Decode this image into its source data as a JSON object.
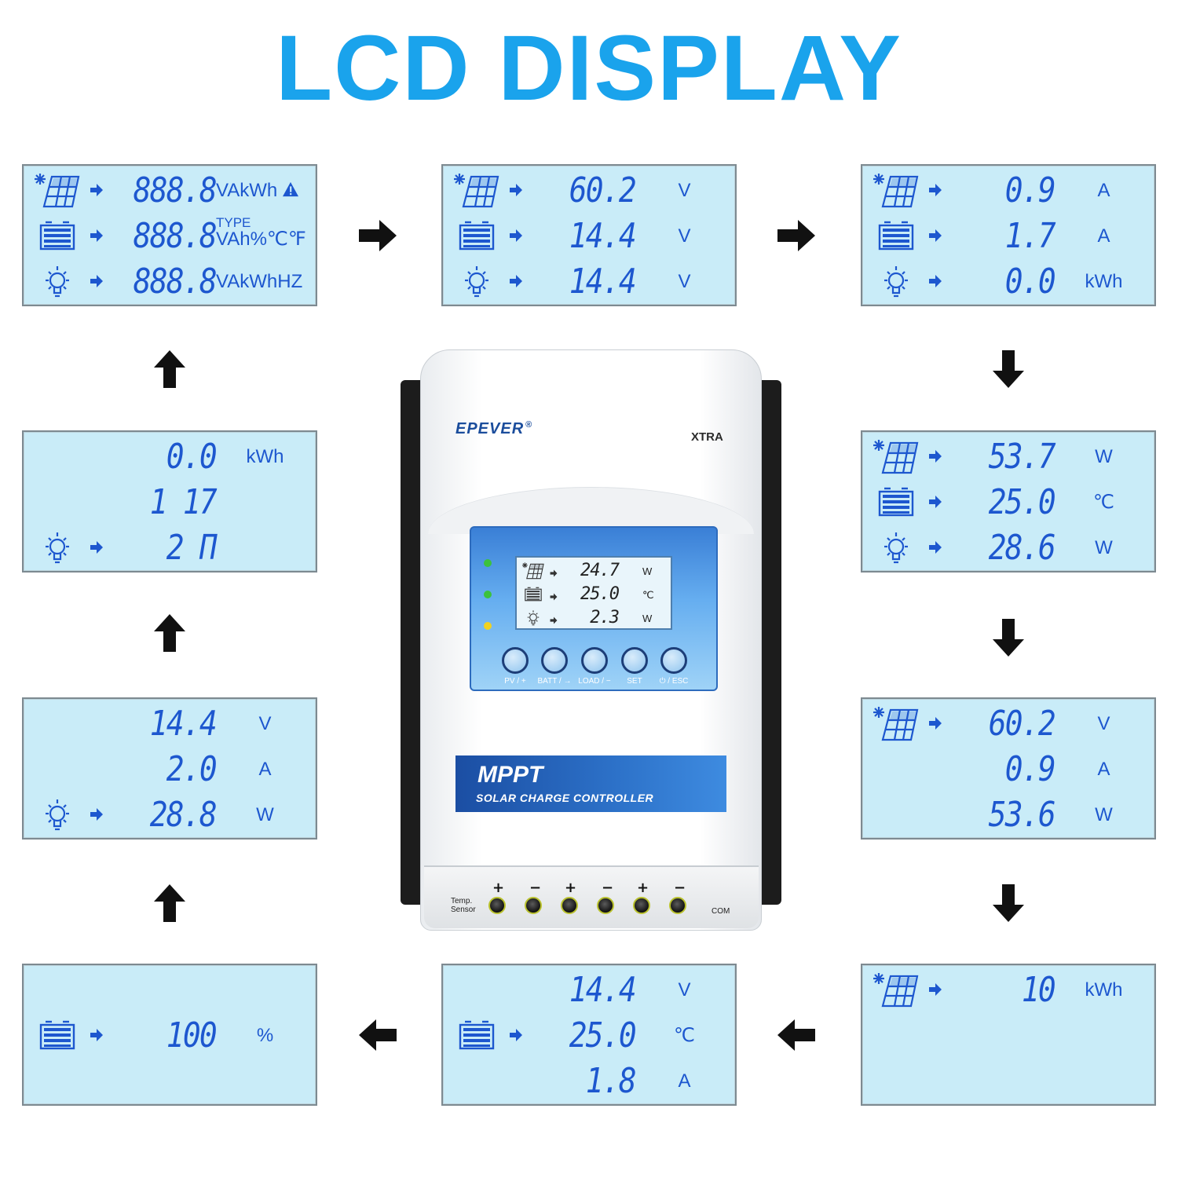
{
  "title": "LCD DISPLAY",
  "colors": {
    "title": "#1aa3ec",
    "lcd_bg": "#c9ecf8",
    "lcd_text": "#1d57cf",
    "arrow": "#111111"
  },
  "screens": [
    {
      "name": "all-segments",
      "rows": [
        {
          "icon": "solar-panel-icon",
          "arrow": true,
          "value": "888.8",
          "unit": "VAkWh",
          "unit_extra": "warning-icon"
        },
        {
          "icon": "battery-icon",
          "arrow": true,
          "value": "888.8",
          "unit_top": "TYPE",
          "unit": "VAh%℃℉"
        },
        {
          "icon": "load-bulb-icon",
          "arrow": true,
          "value": "888.8",
          "unit": "VAkWhHZ"
        }
      ]
    },
    {
      "name": "voltages",
      "rows": [
        {
          "icon": "solar-panel-icon",
          "arrow": true,
          "value": "60.2",
          "unit": "V"
        },
        {
          "icon": "battery-icon",
          "arrow": true,
          "value": "14.4",
          "unit": "V"
        },
        {
          "icon": "load-bulb-icon",
          "arrow": true,
          "value": "14.4",
          "unit": "V"
        }
      ]
    },
    {
      "name": "currents",
      "rows": [
        {
          "icon": "solar-panel-icon",
          "arrow": true,
          "value": "0.9",
          "unit": "A"
        },
        {
          "icon": "battery-icon",
          "arrow": true,
          "value": "1.7",
          "unit": "A"
        },
        {
          "icon": "load-bulb-icon",
          "arrow": true,
          "value": "0.0",
          "unit": "kWh"
        }
      ]
    },
    {
      "name": "power-temp",
      "rows": [
        {
          "icon": "solar-panel-icon",
          "arrow": true,
          "value": "53.7",
          "unit": "W"
        },
        {
          "icon": "battery-icon",
          "arrow": true,
          "value": "25.0",
          "unit": "℃"
        },
        {
          "icon": "load-bulb-icon",
          "arrow": true,
          "value": "28.6",
          "unit": "W"
        }
      ]
    },
    {
      "name": "pv-detail",
      "rows": [
        {
          "icon": "solar-panel-icon",
          "arrow": true,
          "value": "60.2",
          "unit": "V"
        },
        {
          "icon": "",
          "arrow": false,
          "value": "0.9",
          "unit": "A"
        },
        {
          "icon": "",
          "arrow": false,
          "value": "53.6",
          "unit": "W"
        }
      ]
    },
    {
      "name": "pv-energy",
      "rows": [
        {
          "icon": "solar-panel-icon",
          "arrow": true,
          "value": "10",
          "unit": "kWh"
        }
      ]
    },
    {
      "name": "battery-detail",
      "rows": [
        {
          "icon": "",
          "arrow": false,
          "value": "14.4",
          "unit": "V"
        },
        {
          "icon": "battery-icon",
          "arrow": true,
          "value": "25.0",
          "unit": "℃"
        },
        {
          "icon": "",
          "arrow": false,
          "value": "1.8",
          "unit": "A"
        }
      ]
    },
    {
      "name": "battery-soc",
      "rows": [
        {
          "icon": "battery-icon",
          "arrow": true,
          "value": "100",
          "unit": "%"
        }
      ]
    },
    {
      "name": "load-detail",
      "rows": [
        {
          "icon": "",
          "arrow": false,
          "value": "14.4",
          "unit": "V"
        },
        {
          "icon": "",
          "arrow": false,
          "value": "2.0",
          "unit": "A"
        },
        {
          "icon": "load-bulb-icon",
          "arrow": true,
          "value": "28.8",
          "unit": "W"
        }
      ]
    },
    {
      "name": "load-mode",
      "rows": [
        {
          "icon": "",
          "arrow": false,
          "value": "0.0",
          "unit": "kWh"
        },
        {
          "icon": "",
          "arrow": false,
          "value": "1  17",
          "unit": ""
        },
        {
          "icon": "load-bulb-icon",
          "arrow": true,
          "value": "2  П",
          "unit": ""
        }
      ]
    }
  ],
  "device": {
    "brand": "EPEVER",
    "brand_mark": "®",
    "model": "XTRA",
    "lcd_rows": [
      {
        "icon": "solar-panel-icon",
        "value": "24.7",
        "unit": "W"
      },
      {
        "icon": "battery-icon",
        "value": "25.0",
        "unit": "℃"
      },
      {
        "icon": "load-bulb-icon",
        "value": "2.3",
        "unit": "W"
      }
    ],
    "buttons": [
      "PV / +",
      "BATT / →",
      "LOAD / −",
      "SET",
      "⏻ / ESC"
    ],
    "badge_title": "MPPT",
    "badge_subtitle": "SOLAR CHARGE CONTROLLER",
    "temp_sensor_label": "Temp.\nSensor",
    "com_label": "COM"
  }
}
